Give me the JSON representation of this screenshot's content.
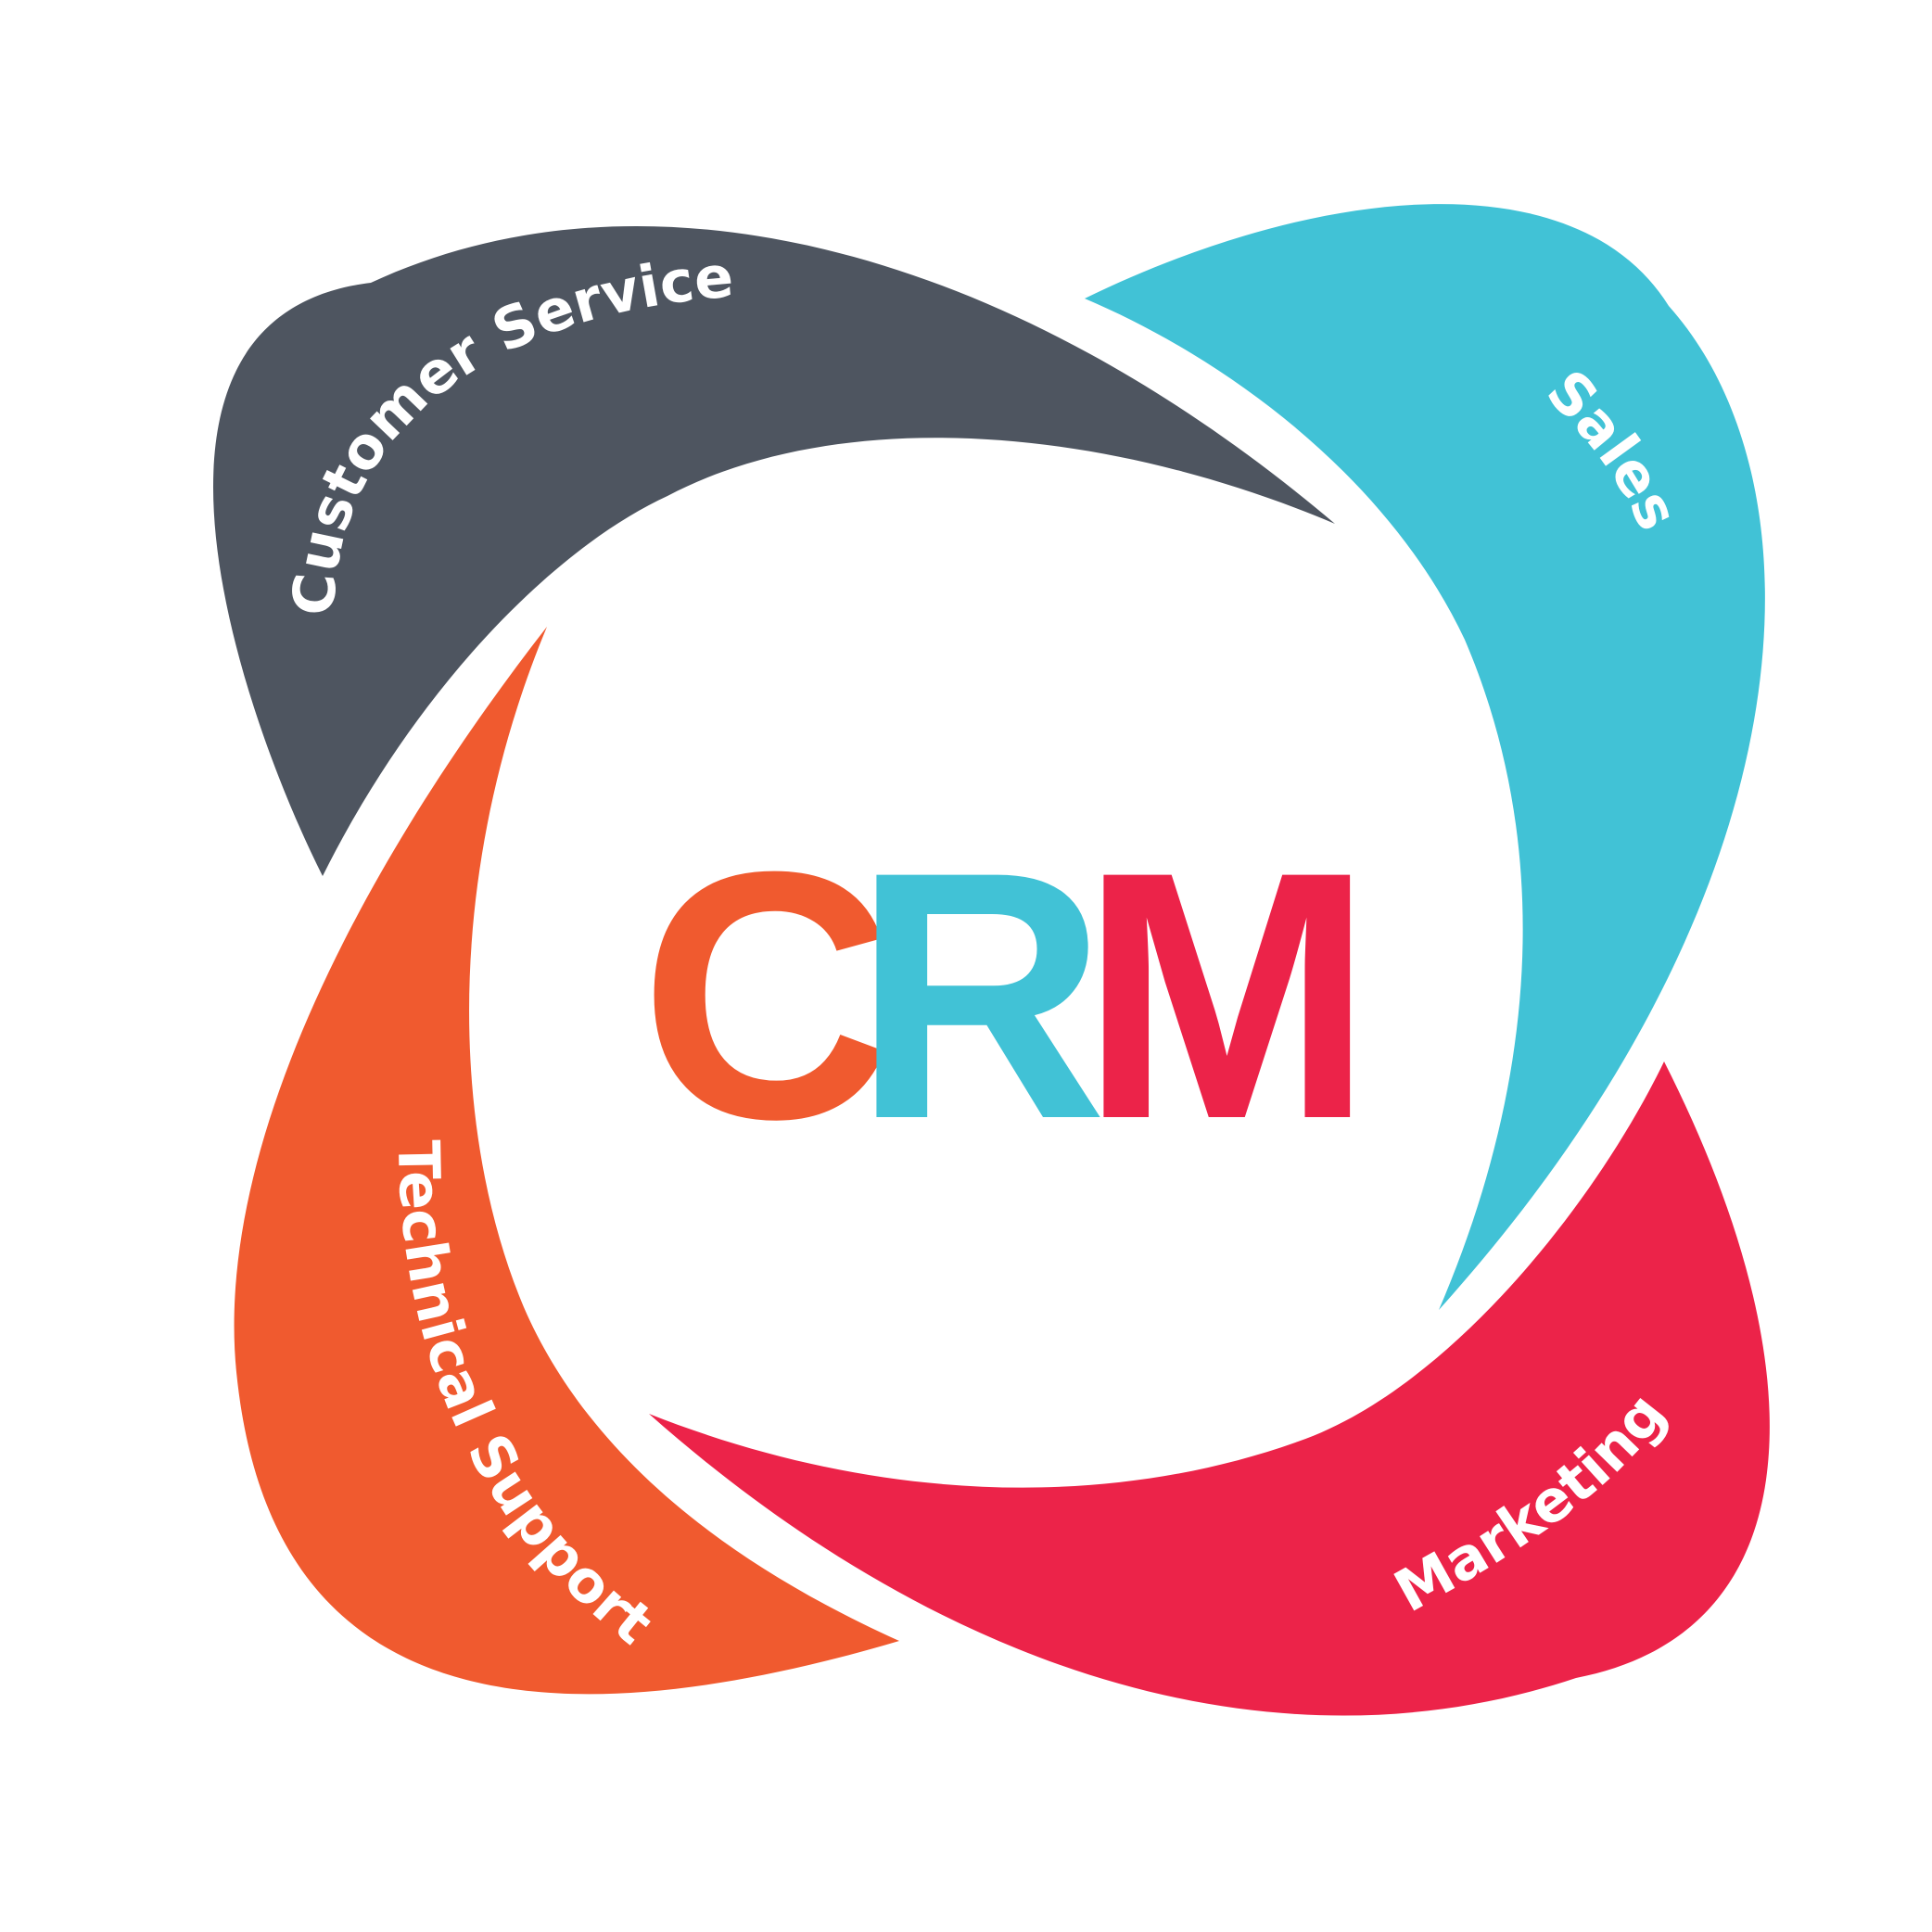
{
  "center": {
    "letters": [
      {
        "char": "C",
        "color": "#F05A2F"
      },
      {
        "char": "R",
        "color": "#41C2D6"
      },
      {
        "char": "M",
        "color": "#EC2349"
      }
    ]
  },
  "petals": [
    {
      "label": "Customer Service",
      "color": "#4E5560"
    },
    {
      "label": "Sales",
      "color": "#41C2D6"
    },
    {
      "label": "Marketing",
      "color": "#EC2349"
    },
    {
      "label": "Technical Support",
      "color": "#F05A2F"
    }
  ]
}
